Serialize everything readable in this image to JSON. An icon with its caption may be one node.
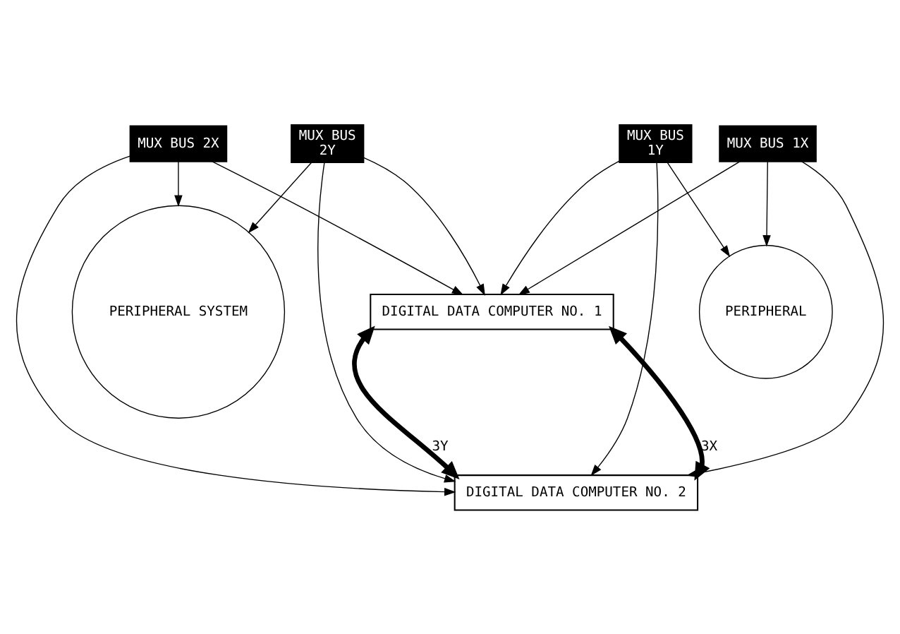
{
  "diagram": {
    "nodes": [
      {
        "text": [
          "PERIPHERAL SYSTEM"
        ]
      },
      {
        "text": [
          "MUX BUS 2X"
        ]
      },
      {
        "text": [
          "MUX BUS",
          "2Y"
        ]
      },
      {
        "text": [
          "DIGITAL DATA COMPUTER NO. 1"
        ]
      },
      {
        "text": [
          "MUX BUS",
          "1Y"
        ]
      },
      {
        "text": [
          "PERIPHERAL"
        ]
      },
      {
        "text": [
          "MUX BUS 1X"
        ]
      },
      {
        "text": [
          "DIGITAL DATA COMPUTER NO. 2"
        ]
      }
    ],
    "edges": [
      {
        "from": 2,
        "to": 0,
        "arrow": "to"
      },
      {
        "from": 1,
        "to": 0,
        "arrow": "to"
      },
      {
        "from": 2,
        "to": 3,
        "arrow": "to"
      },
      {
        "from": 1,
        "to": 3,
        "arrow": "to"
      },
      {
        "from": 2,
        "to": 7,
        "arrow": "to"
      },
      {
        "from": 1,
        "to": 7,
        "arrow": "to"
      },
      {
        "from": 4,
        "to": 5,
        "arrow": "to"
      },
      {
        "from": 6,
        "to": 5,
        "arrow": "to"
      },
      {
        "from": 4,
        "to": 3,
        "arrow": "to"
      },
      {
        "from": 6,
        "to": 3,
        "arrow": "to"
      },
      {
        "from": 4,
        "to": 7,
        "arrow": "to"
      },
      {
        "from": 6,
        "to": 7,
        "arrow": "to"
      },
      {
        "from": 3,
        "to": 7,
        "label": "3Y",
        "arrow": "both",
        "style": "thick"
      },
      {
        "from": 3,
        "to": 7,
        "label": "3X",
        "arrow": "both",
        "style": "thick"
      }
    ]
  }
}
